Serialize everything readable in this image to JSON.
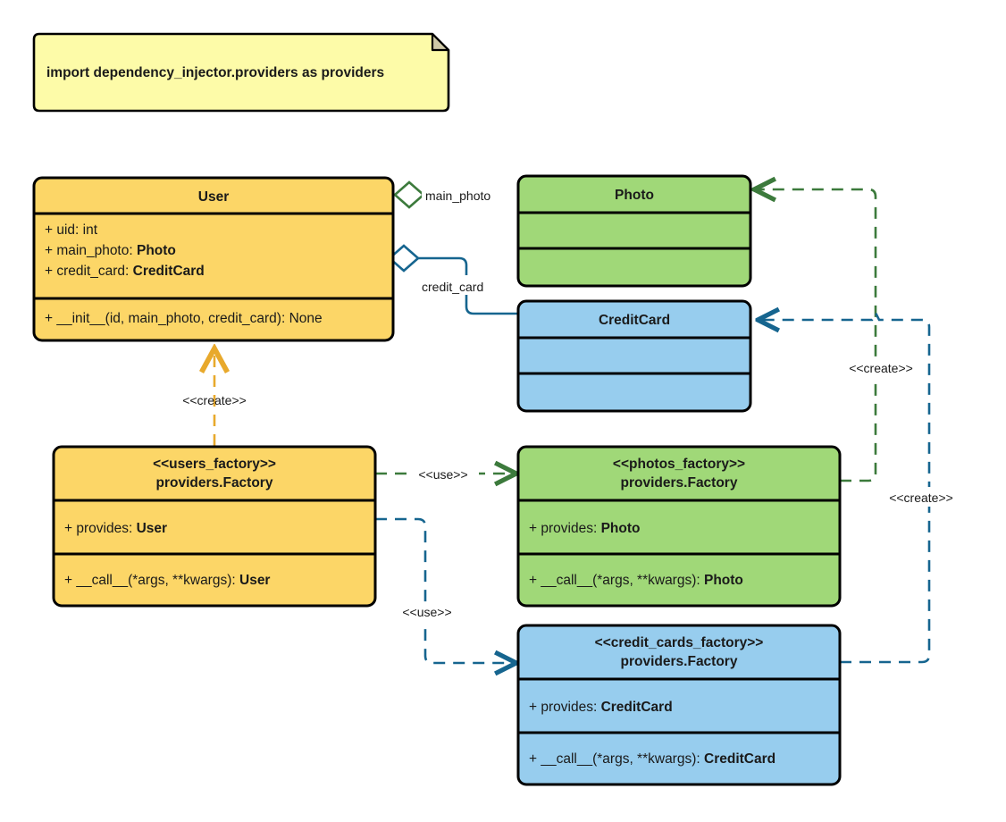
{
  "note": {
    "text": "import dependency_injector.providers as providers",
    "fill": "#FDFBA8",
    "border": "#000000"
  },
  "palette": {
    "yellow": "#FCD667",
    "green": "#A0D878",
    "blue": "#97CDEE",
    "green_edge": "#3C7A3C",
    "blue_edge": "#16658F",
    "amber_edge": "#E8A92C",
    "outline": "#000000"
  },
  "classes": {
    "user": {
      "name": "User",
      "attributes": [
        {
          "prefix": "+ uid: ",
          "type": "int",
          "type_bold": false
        },
        {
          "prefix": "+ main_photo: ",
          "type": "Photo",
          "type_bold": true
        },
        {
          "prefix": "+ credit_card: ",
          "type": "CreditCard",
          "type_bold": true
        }
      ],
      "methods": [
        {
          "prefix": "+ __init__(id, main_photo, credit_card): ",
          "type": "None",
          "type_bold": false
        }
      ]
    },
    "photo": {
      "name": "Photo",
      "attributes": [],
      "methods": []
    },
    "credit_card": {
      "name": "CreditCard",
      "attributes": [],
      "methods": []
    },
    "users_factory": {
      "stereotype": "<<users_factory>>",
      "name": "providers.Factory",
      "attributes": [
        {
          "prefix": "+ provides: ",
          "type": "User",
          "type_bold": true
        }
      ],
      "methods": [
        {
          "prefix": "+ __call__(*args, **kwargs): ",
          "type": "User",
          "type_bold": true
        }
      ]
    },
    "photos_factory": {
      "stereotype": "<<photos_factory>>",
      "name": "providers.Factory",
      "attributes": [
        {
          "prefix": "+ provides: ",
          "type": "Photo",
          "type_bold": true
        }
      ],
      "methods": [
        {
          "prefix": "+ __call__(*args, **kwargs): ",
          "type": "Photo",
          "type_bold": true
        }
      ]
    },
    "credit_cards_factory": {
      "stereotype": "<<credit_cards_factory>>",
      "name": "providers.Factory",
      "attributes": [
        {
          "prefix": "+ provides: ",
          "type": "CreditCard",
          "type_bold": true
        }
      ],
      "methods": [
        {
          "prefix": "+ __call__(*args, **kwargs): ",
          "type": "CreditCard",
          "type_bold": true
        }
      ]
    }
  },
  "edges": {
    "user_main_photo": {
      "label": "main_photo",
      "kind": "aggregation",
      "color": "#3C7A3C"
    },
    "user_credit_card": {
      "label": "credit_card",
      "kind": "aggregation",
      "color": "#16658F"
    },
    "users_factory_creates_user": {
      "label": "<<create>>",
      "kind": "dependency",
      "color": "#E8A92C"
    },
    "users_factory_uses_photos_factory": {
      "label": "<<use>>",
      "kind": "dependency",
      "color": "#3C7A3C"
    },
    "users_factory_uses_credit_cards_factory": {
      "label": "<<use>>",
      "kind": "dependency",
      "color": "#16658F"
    },
    "photos_factory_creates_photo": {
      "label": "<<create>>",
      "kind": "dependency",
      "color": "#3C7A3C"
    },
    "credit_cards_factory_creates_credit_card": {
      "label": "<<create>>",
      "kind": "dependency",
      "color": "#16658F"
    }
  }
}
